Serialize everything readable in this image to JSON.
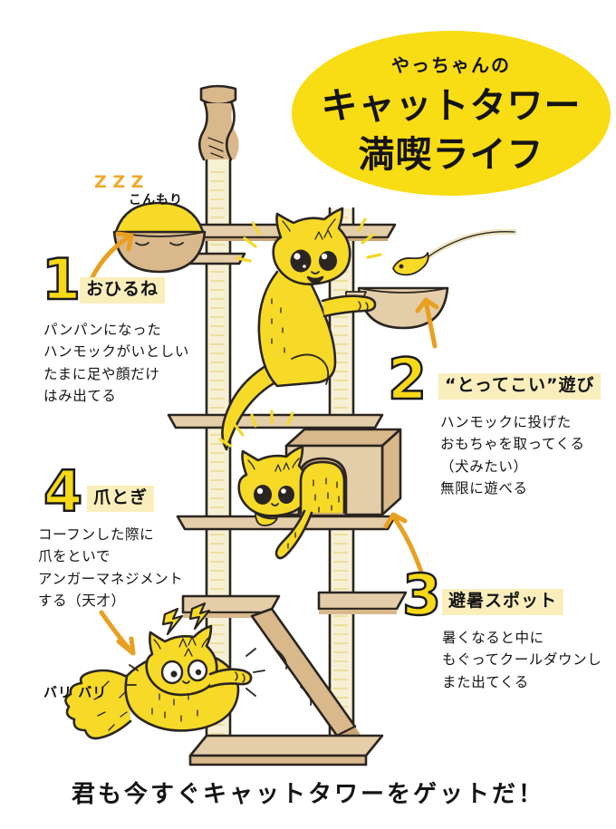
{
  "title": {
    "sub": "やっちゃんの",
    "line1": "キャットタワー",
    "line2": "満喫ライフ"
  },
  "sections": [
    {
      "number": "1",
      "heading": "おひるね",
      "body": "パンパンになった\nハンモックがいとしい\nたまに足や顔だけ\nはみ出てる",
      "annotation": "こんもり",
      "sfx": "Z\nZ\nZ"
    },
    {
      "number": "2",
      "heading": "“とってこい”遊び",
      "body": "ハンモックに投げた\nおもちゃを取ってくる\n（犬みたい）\n無限に遊べる"
    },
    {
      "number": "3",
      "heading": "避暑スポット",
      "body": "暑くなると中に\nもぐってクールダウンし\nまた出てくる"
    },
    {
      "number": "4",
      "heading": "爪とぎ",
      "body": "コーフンした際に\n爪をといで\nアンガーマネジメント\nする（天才）",
      "sfx": "バリ\nバリ"
    }
  ],
  "caption": "君も今すぐキャットタワーをゲットだ！",
  "colors": {
    "yellow": "#F8DC14",
    "cat_yellow": "#F5D92A",
    "tan": "#D9B88C",
    "tan_light": "#E3CBA6",
    "sisal": "#F5EBC8",
    "highlight": "#FAEFBC",
    "arrow_orange": "#E8A020",
    "ink": "#1a1a1a"
  },
  "illustration": {
    "tower_parts": [
      "top-post-cap",
      "upper-shelf",
      "hammock-top",
      "mid-shelf",
      "cat-house-box",
      "lower-shelf",
      "ladder-ramp",
      "base-board",
      "sisal-posts"
    ],
    "cats": [
      "sleeping-cat-in-hammock",
      "excited-cat-reaching-for-toy",
      "cat-peeking-from-house",
      "cat-entering-house",
      "scratching-cat"
    ],
    "props": [
      "flying-toy-mouse",
      "hammock-bowl"
    ]
  }
}
